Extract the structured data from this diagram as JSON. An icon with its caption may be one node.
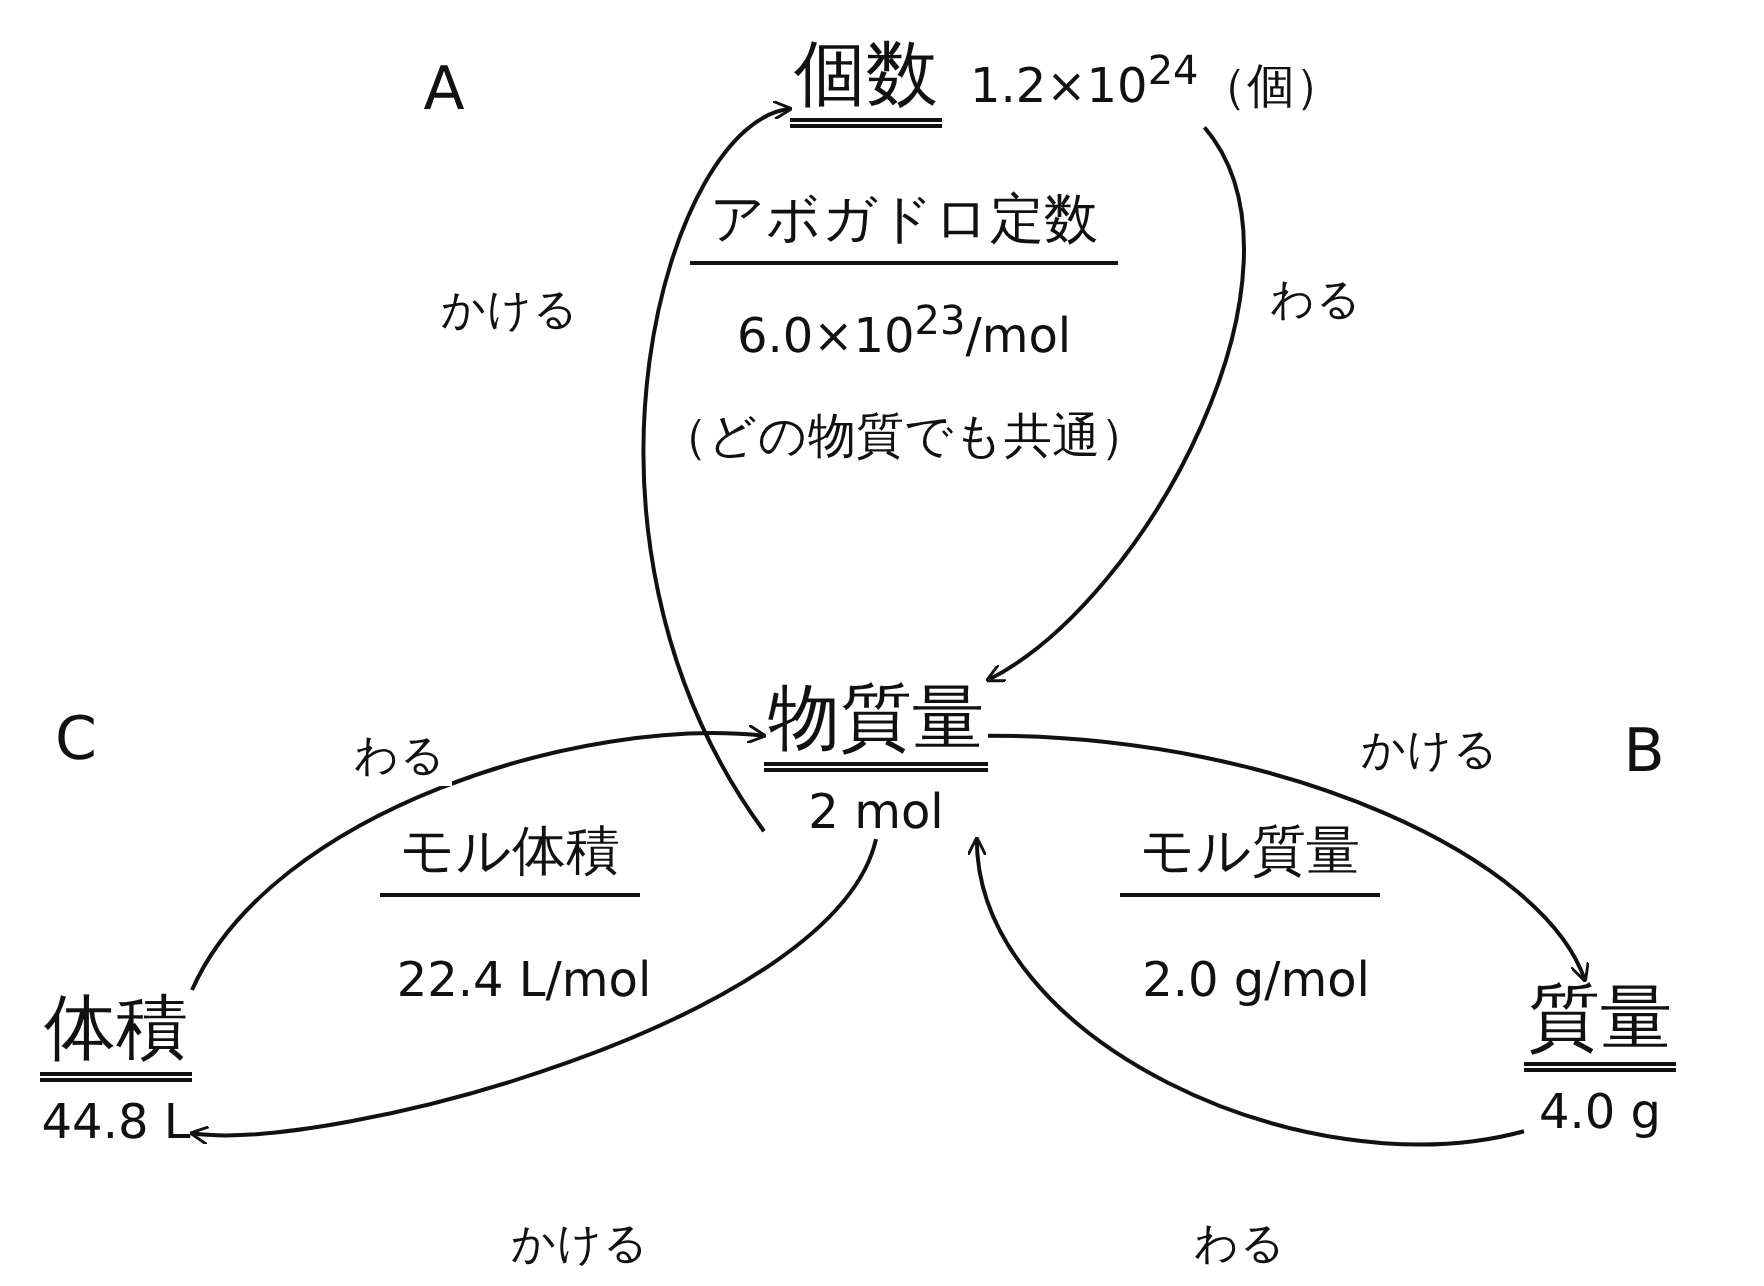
{
  "diagram": {
    "nodes": [
      {
        "text": [
          "個数"
        ],
        "beside": [
          "1.2×10$^{24}$（個）"
        ]
      },
      {
        "text": [
          "物質量"
        ],
        "beside": [
          "2 mol"
        ]
      },
      {
        "text": [
          "質量"
        ],
        "beside": [
          "4.0 g"
        ]
      },
      {
        "text": [
          "体積"
        ],
        "beside": [
          "44.8 L"
        ]
      }
    ],
    "edges": [
      {
        "from": 1,
        "to": 0,
        "arrow": "to",
        "label": "かける"
      },
      {
        "from": 0,
        "to": 1,
        "arrow": "to",
        "label": "わる"
      },
      {
        "from": 1,
        "to": 2,
        "arrow": "to",
        "label": "かける"
      },
      {
        "from": 2,
        "to": 1,
        "arrow": "to",
        "label": "わる"
      },
      {
        "from": 3,
        "to": 1,
        "arrow": "to",
        "label": "わる"
      },
      {
        "from": 1,
        "to": 3,
        "arrow": "to",
        "label": "かける"
      }
    ],
    "labels": [
      "A",
      "アボガドロ定数",
      "6.0×10$^{23}$/mol",
      "（どの物質でも共通）",
      "C",
      "B",
      "モル体積",
      "22.4 L/mol",
      "モル質量",
      "2.0 g/mol"
    ]
  }
}
